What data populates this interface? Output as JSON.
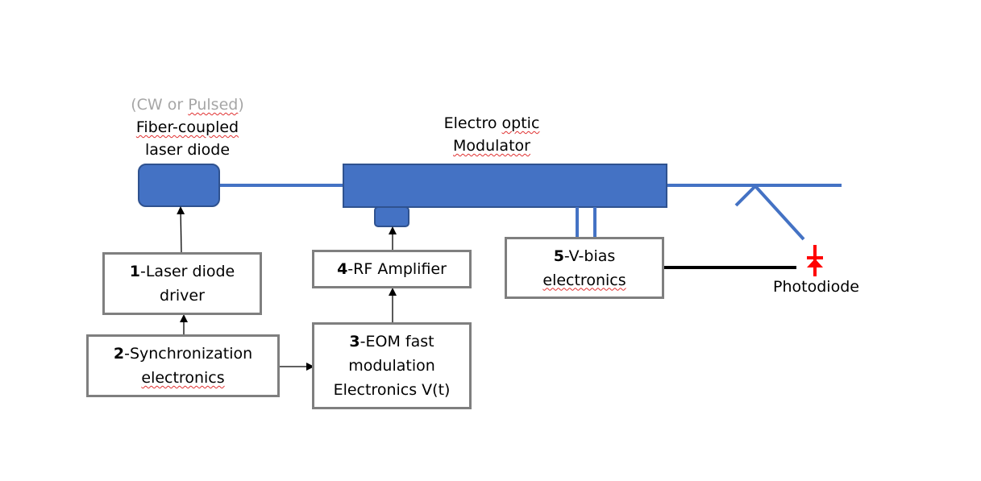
{
  "colors": {
    "component_fill": "#4472c4",
    "component_stroke": "#2f528f",
    "fiber": "#4472c4",
    "box_border": "#7f7f7f",
    "photodiode": "#ff0000",
    "note_gray": "#a6a6a6"
  },
  "labels": {
    "laser_note_pre": "(CW or ",
    "laser_note_word": "Pulsed",
    "laser_note_post": ")",
    "laser_line1_word": "Fiber-coupled",
    "laser_line2": "laser diode",
    "eom_line1_pre": "Electro ",
    "eom_line1_word": "optic",
    "eom_line2": "Modulator",
    "photodiode": "Photodiode"
  },
  "boxes": {
    "b1": {
      "num": "1",
      "text1": "-Laser diode",
      "text2": "driver"
    },
    "b2": {
      "num": "2",
      "text1": "-Synchronization",
      "text2": "electronics"
    },
    "b3": {
      "num": "3",
      "text1": "-EOM fast",
      "text2": "modulation",
      "text3": "Electronics V(t)"
    },
    "b4": {
      "num": "4",
      "text1": "-RF Amplifier"
    },
    "b5": {
      "num": "5",
      "text1": "-V-bias",
      "text2": "electronics"
    }
  }
}
